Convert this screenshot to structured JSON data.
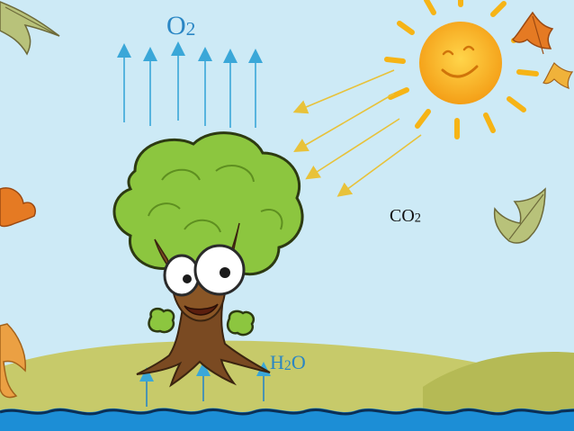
{
  "labels": {
    "oxygen": {
      "main": "O",
      "sub": "2"
    },
    "carbon_dioxide": {
      "main": "CO",
      "sub": "2"
    },
    "water": {
      "main": "H",
      "sub": "2",
      "rest": "O"
    }
  },
  "colors": {
    "sky": "#cdeaf6",
    "oxygen_arrows": "#3aa7d8",
    "oxygen_text": "#2a86c4",
    "sun_rays_arrows": "#e8c23a",
    "water_text": "#2a86c4",
    "hill": "#c7ca6a",
    "water": "#1c8ed6",
    "leaves": "#8cc63f",
    "trunk": "#7a4a22"
  },
  "icons": [
    "sun-icon",
    "tree-character-icon",
    "autumn-leaf-icon"
  ]
}
